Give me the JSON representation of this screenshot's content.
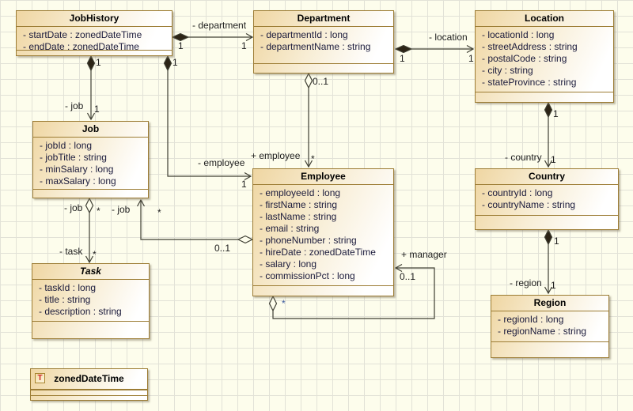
{
  "palette": {
    "canvas_bg": "#fdfdec",
    "grid_line": "#e2e2d7",
    "box_border": "#9c7c34",
    "box_fill_start": "#efd6a2",
    "box_fill_end": "#ffffff",
    "attribute_text": "#1b1b3c",
    "line_color": "#3f3f33",
    "datatype_letter_color": "#cc2222"
  },
  "classes": {
    "job_history": {
      "name": "JobHistory",
      "attributes": [
        "- startDate : zonedDateTime",
        "- endDate : zonedDateTime"
      ]
    },
    "department": {
      "name": "Department",
      "attributes": [
        "- departmentId : long",
        "- departmentName : string"
      ]
    },
    "location": {
      "name": "Location",
      "attributes": [
        "- locationId : long",
        "- streetAddress : string",
        "- postalCode : string",
        "- city : string",
        "- stateProvince : string"
      ]
    },
    "job": {
      "name": "Job",
      "attributes": [
        "- jobId : long",
        "- jobTitle : string",
        "- minSalary : long",
        "- maxSalary : long"
      ]
    },
    "employee": {
      "name": "Employee",
      "attributes": [
        "- employeeId : long",
        "- firstName : string",
        "- lastName : string",
        "- email : string",
        "- phoneNumber : string",
        "- hireDate : zonedDateTime",
        "- salary : long",
        "- commissionPct : long"
      ]
    },
    "country": {
      "name": "Country",
      "attributes": [
        "- countryId : long",
        "- countryName : string"
      ]
    },
    "task": {
      "name": "Task",
      "attributes": [
        "- taskId : long",
        "- title : string",
        "- description : string"
      ]
    },
    "region": {
      "name": "Region",
      "attributes": [
        "- regionId : long",
        "- regionName : string"
      ]
    },
    "zoned_date_time": {
      "name": "zonedDateTime",
      "type_icon": "T"
    }
  },
  "relations": {
    "job_history_department": {
      "label": "- department",
      "source_mult": "1",
      "target_mult": "1"
    },
    "department_location": {
      "label": "- location",
      "source_mult": "1",
      "target_mult": "1"
    },
    "job_history_job": {
      "label": "- job",
      "source_mult": "1",
      "target_mult": "1"
    },
    "job_history_employee": {
      "label": "- employee",
      "source_mult": "1",
      "target_mult": "1"
    },
    "department_employee": {
      "label": "+ employee",
      "source_mult": "0..1",
      "target_mult": "*"
    },
    "employee_job": {
      "label": "- job",
      "source_mult": "0..1",
      "target_mult": "*"
    },
    "job_task": {
      "source_label": "- job",
      "source_mult": "*",
      "label": "- task",
      "target_mult": "*"
    },
    "employee_manager": {
      "label": "+ manager",
      "source_mult": "*",
      "target_mult": "0..1"
    },
    "location_country": {
      "label": "- country",
      "source_mult": "1",
      "target_mult": "1"
    },
    "country_region": {
      "label": "- region",
      "source_mult": "1",
      "target_mult": "1"
    }
  }
}
